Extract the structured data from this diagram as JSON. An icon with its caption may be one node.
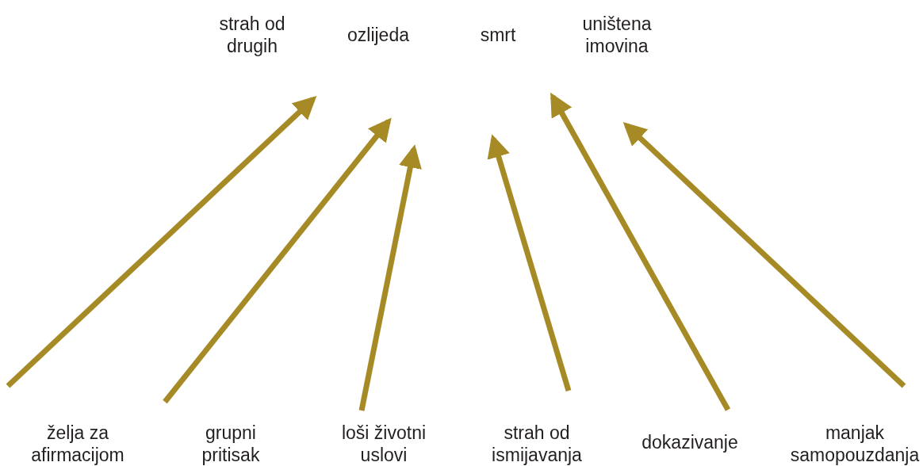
{
  "diagram": {
    "nodes": [
      {
        "text": [
          "želja za afirmacijom"
        ]
      },
      {
        "text": [
          "grupni pritisak"
        ]
      },
      {
        "text": [
          "loši životni uslovi"
        ]
      },
      {
        "text": [
          "strah od ismijavanja"
        ]
      },
      {
        "text": [
          "dokazivanje"
        ]
      },
      {
        "text": [
          "manjak samopouzdanja"
        ]
      }
    ],
    "edges": [
      {
        "from": 0,
        "to": null,
        "arrow": "to"
      },
      {
        "from": 1,
        "to": null,
        "arrow": "to"
      },
      {
        "from": 2,
        "to": null,
        "arrow": "to"
      },
      {
        "from": 3,
        "to": null,
        "arrow": "to"
      },
      {
        "from": 4,
        "to": null,
        "arrow": "to"
      },
      {
        "from": 5,
        "to": null,
        "arrow": "to"
      }
    ],
    "labels": [
      "strah od drugih",
      "ozlijeda",
      "smrt",
      "uništena imovina"
    ]
  }
}
